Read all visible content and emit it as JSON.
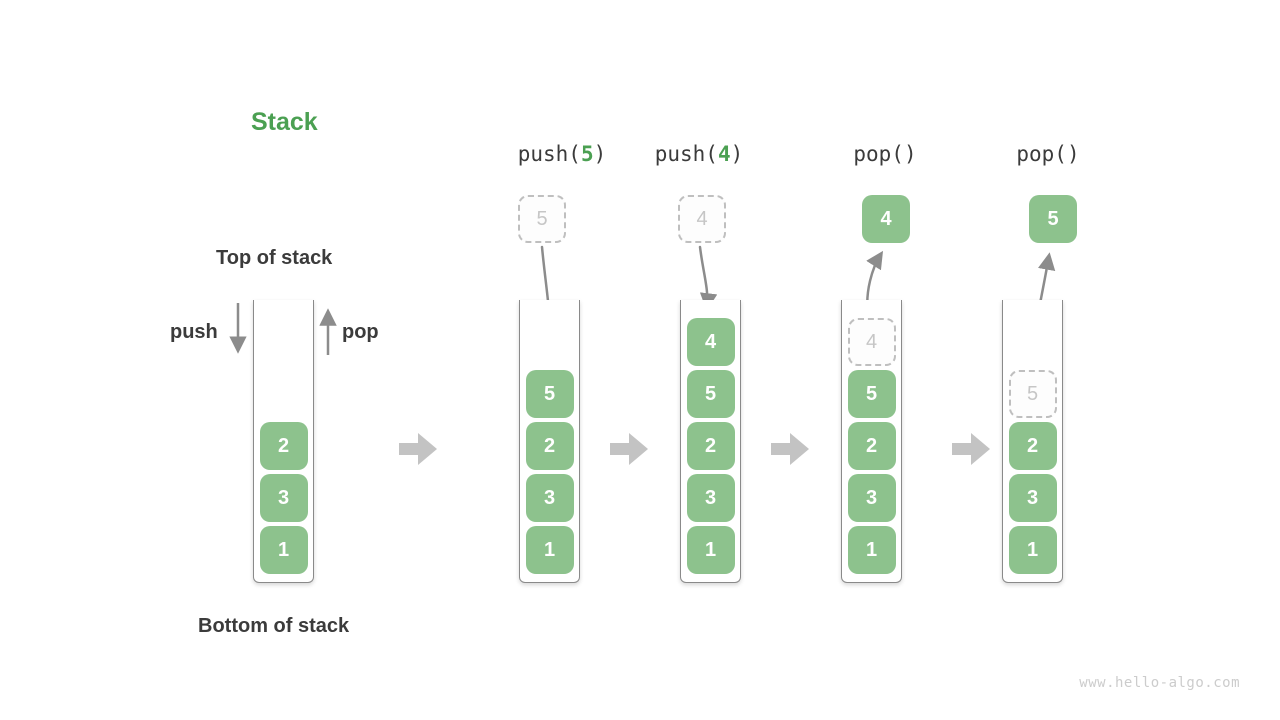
{
  "title": "Stack",
  "labels": {
    "top_of_stack": "Top of stack",
    "bottom_of_stack": "Bottom of stack",
    "push": "push",
    "pop": "pop"
  },
  "watermark": "www.hello-algo.com",
  "colors": {
    "green_box": "#8DC28D",
    "green_text": "#4BA052",
    "text_dark": "#3B3B3B",
    "arrow_grey": "#8C8C8C",
    "block_arrow": "#C3C3C3",
    "dashed_border": "#BFBFBF",
    "dashed_text": "#C6C6C6",
    "wall_grey": "#8A8A8A",
    "watermark_grey": "#CCCCCC"
  },
  "operations": [
    {
      "prefix": "push(",
      "arg": "5",
      "suffix": ")"
    },
    {
      "prefix": "push(",
      "arg": "4",
      "suffix": ")"
    },
    {
      "prefix": "pop(",
      "arg": "",
      "suffix": ")"
    },
    {
      "prefix": "pop(",
      "arg": "",
      "suffix": ")"
    }
  ],
  "floating_boxes": [
    {
      "value": "5",
      "style": "dashed"
    },
    {
      "value": "4",
      "style": "dashed"
    },
    {
      "value": "4",
      "style": "solid"
    },
    {
      "value": "5",
      "style": "solid"
    }
  ],
  "stacks": [
    {
      "cells": [
        {
          "value": "2",
          "style": "solid"
        },
        {
          "value": "3",
          "style": "solid"
        },
        {
          "value": "1",
          "style": "solid"
        }
      ]
    },
    {
      "cells": [
        {
          "value": "5",
          "style": "solid"
        },
        {
          "value": "2",
          "style": "solid"
        },
        {
          "value": "3",
          "style": "solid"
        },
        {
          "value": "1",
          "style": "solid"
        }
      ]
    },
    {
      "cells": [
        {
          "value": "4",
          "style": "solid"
        },
        {
          "value": "5",
          "style": "solid"
        },
        {
          "value": "2",
          "style": "solid"
        },
        {
          "value": "3",
          "style": "solid"
        },
        {
          "value": "1",
          "style": "solid"
        }
      ]
    },
    {
      "cells": [
        {
          "value": "4",
          "style": "dashed"
        },
        {
          "value": "5",
          "style": "solid"
        },
        {
          "value": "2",
          "style": "solid"
        },
        {
          "value": "3",
          "style": "solid"
        },
        {
          "value": "1",
          "style": "solid"
        }
      ]
    },
    {
      "cells": [
        {
          "value": "5",
          "style": "dashed"
        },
        {
          "value": "2",
          "style": "solid"
        },
        {
          "value": "3",
          "style": "solid"
        },
        {
          "value": "1",
          "style": "solid"
        }
      ]
    }
  ]
}
